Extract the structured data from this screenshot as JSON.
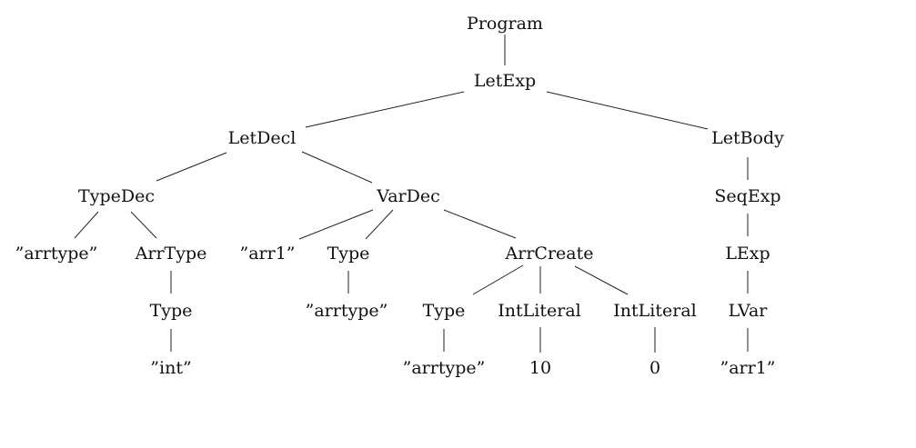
{
  "tree": {
    "nodes": {
      "program": "Program",
      "letexp": "LetExp",
      "letdecl": "LetDecl",
      "letbody": "LetBody",
      "typedec": "TypeDec",
      "vardec": "VarDec",
      "seqexp": "SeqExp",
      "typedec_name": "”arrtype”",
      "arrtype": "ArrType",
      "vardec_name": "”arr1”",
      "vardec_type": "Type",
      "arrcreate": "ArrCreate",
      "lexp": "LExp",
      "arrtype_type": "Type",
      "vardec_type_name": "”arrtype”",
      "arrcreate_type": "Type",
      "intliteral_1": "IntLiteral",
      "intliteral_2": "IntLiteral",
      "lvar": "LVar",
      "int_name": "”int”",
      "arrcreate_type_name": "”arrtype”",
      "int_value_1": "10",
      "int_value_2": "0",
      "lvar_name": "”arr1”"
    }
  }
}
